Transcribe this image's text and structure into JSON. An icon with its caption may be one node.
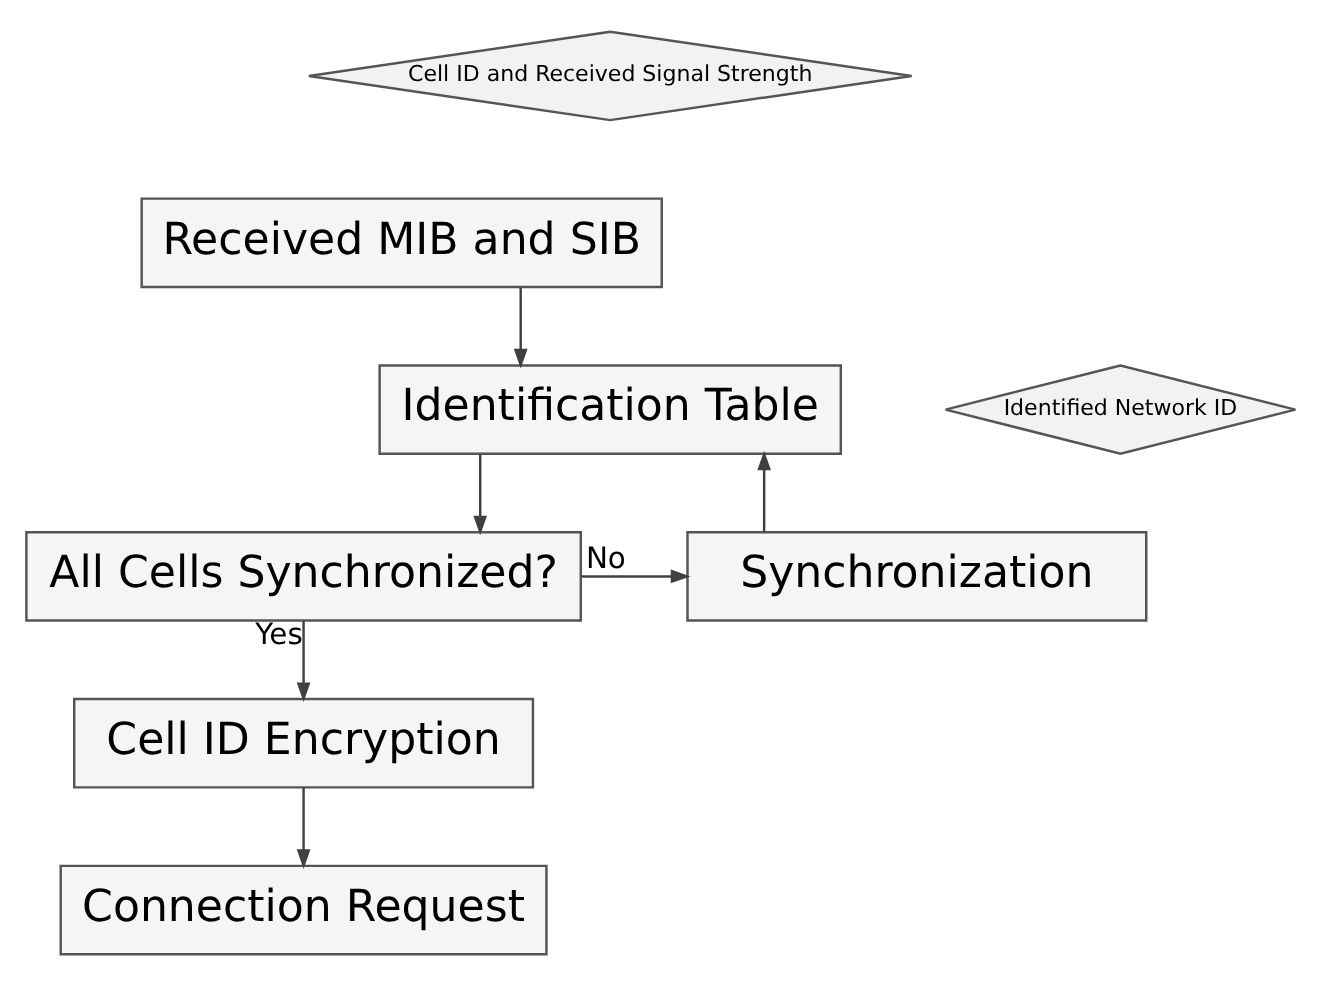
{
  "diagram": {
    "nodes": [
      {
        "text": [
          "Received MIB and SIB"
        ]
      },
      {
        "text": [
          "Cell ID and Received Signal Strength"
        ]
      },
      {
        "text": [
          "Identification Table"
        ]
      },
      {
        "text": [
          "Identified Network ID"
        ]
      },
      {
        "text": [
          "Synchronization"
        ]
      },
      {
        "text": [
          "All Cells Synchronized?"
        ]
      },
      {
        "text": [
          "Cell ID Encryption"
        ]
      },
      {
        "text": [
          "Connection Request"
        ]
      }
    ],
    "edges": [
      {
        "from": 0,
        "to": 2,
        "arrow": "to"
      },
      {
        "from": 2,
        "to": 5,
        "arrow": "to"
      },
      {
        "from": 5,
        "to": 4,
        "arrow": "to",
        "label": "No"
      },
      {
        "from": 4,
        "to": 2,
        "arrow": "to"
      },
      {
        "from": 5,
        "to": 6,
        "arrow": "to",
        "label": "Yes"
      },
      {
        "from": 6,
        "to": 7,
        "arrow": "to"
      }
    ]
  }
}
